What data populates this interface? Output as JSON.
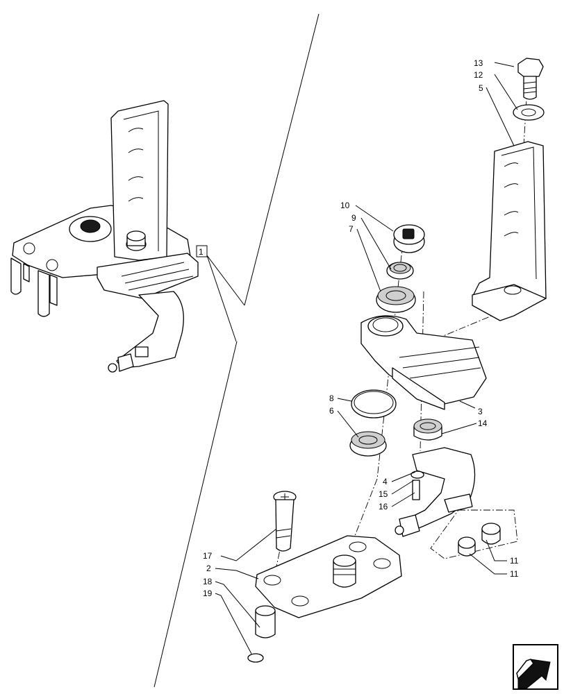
{
  "diagram": {
    "assembly_label": "1",
    "callouts": [
      "13",
      "12",
      "5",
      "10",
      "9",
      "7",
      "8",
      "6",
      "3",
      "14",
      "4",
      "15",
      "16",
      "17",
      "2",
      "18",
      "19",
      "11",
      "11"
    ]
  },
  "nav_icon": "back-arrow-icon"
}
